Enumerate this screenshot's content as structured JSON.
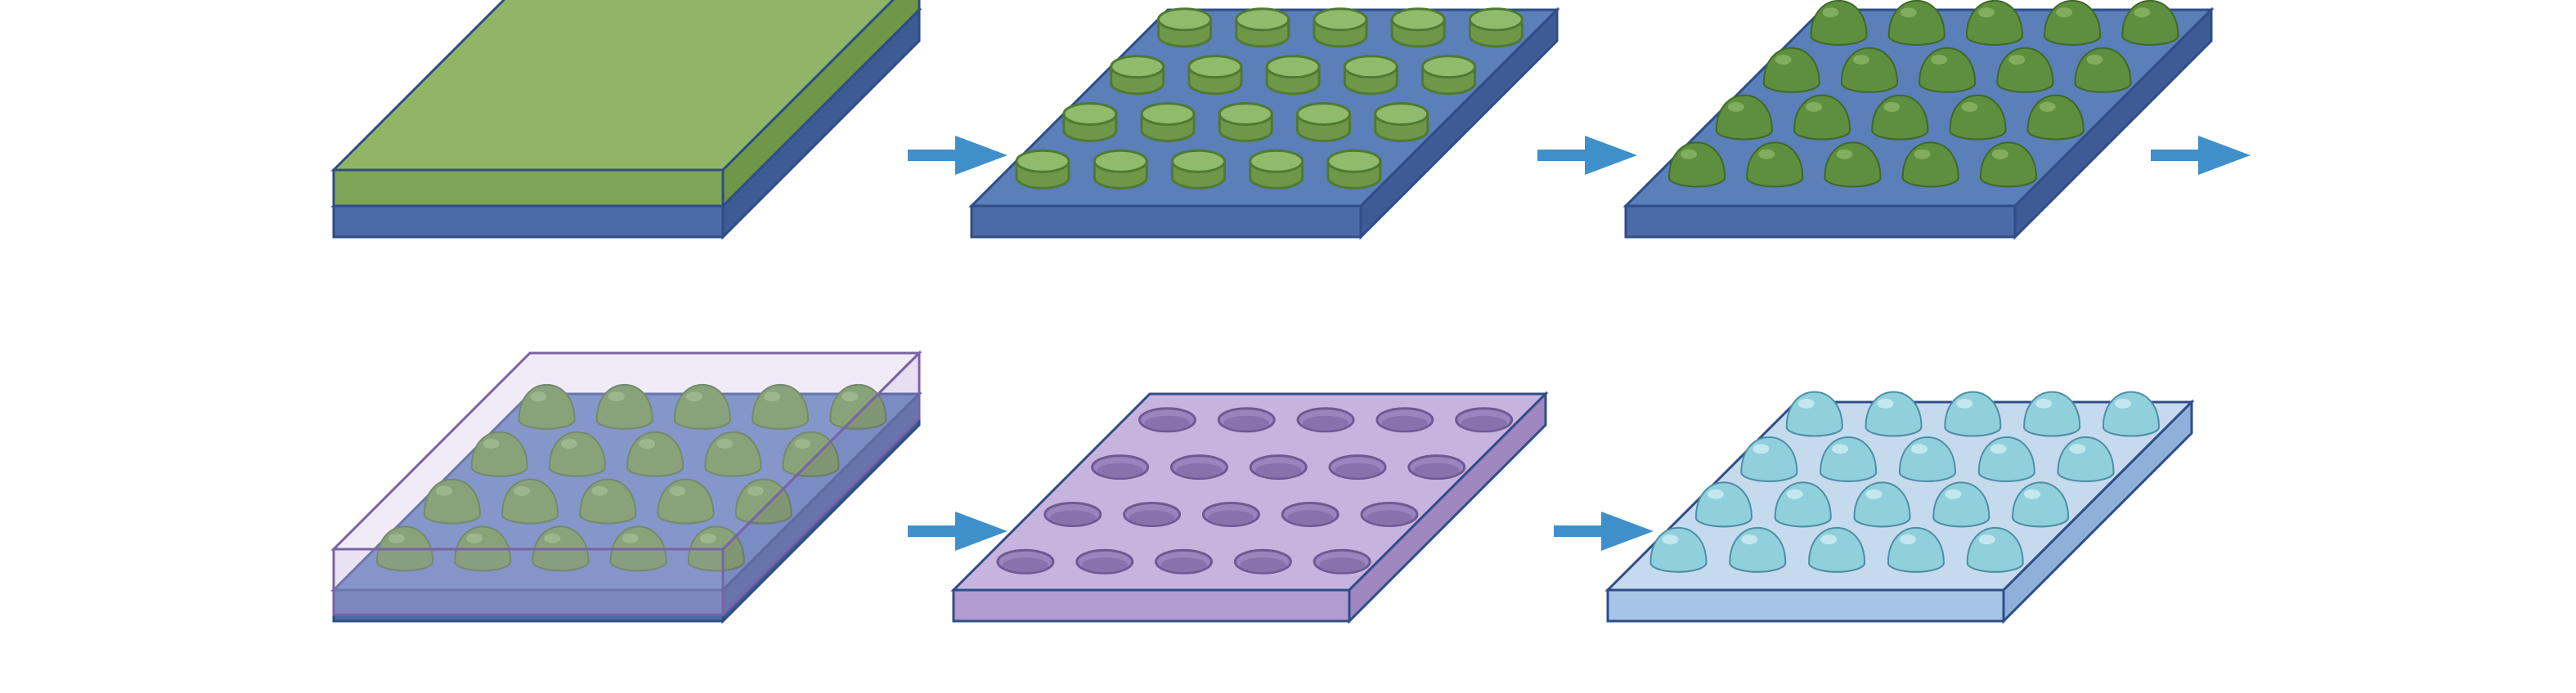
{
  "figure": {
    "steps": [
      {
        "id": "step-1",
        "feature": "none",
        "substrate": "blue",
        "layer": "green-film"
      },
      {
        "id": "step-2",
        "feature": "cylinder",
        "substrate": "blue",
        "feature_color": "green"
      },
      {
        "id": "step-3",
        "feature": "dome",
        "substrate": "blue",
        "feature_color": "green"
      },
      {
        "id": "step-4",
        "feature": "dome",
        "substrate": "blue",
        "feature_color": "green",
        "coating": "purple-transparent"
      },
      {
        "id": "step-5",
        "feature": "hole",
        "substrate": "purple"
      },
      {
        "id": "step-6",
        "feature": "dome",
        "substrate": "light-blue",
        "feature_color": "cyan"
      }
    ],
    "grid": {
      "rows": 4,
      "cols": 5
    },
    "arrow_count": 5,
    "icons": {
      "arrow": "right-arrow-icon"
    },
    "colors": {
      "arrow": "#3f8fcb",
      "blue_top": "#5a7fb9",
      "blue_side": "#3d5c95",
      "blue_front": "#4a6aa8",
      "green_top": "#91b567",
      "green_side": "#6f9748",
      "green_front": "#7ea557",
      "lens_green": "#5e8f3e",
      "lens_green_light": "#8fbb6a",
      "purple_top": "#c7b4de",
      "purple_side": "#9f86c0",
      "purple_front": "#b29bd0",
      "hole": "#9a84be",
      "lightblue_top": "#c6daee",
      "lightblue_side": "#8fb1d9",
      "lightblue_front": "#a6c4e5",
      "lens_cyan": "#8fd0dc",
      "lens_cyan_light": "#d9f1f5",
      "outline": "#2f4d86"
    }
  }
}
